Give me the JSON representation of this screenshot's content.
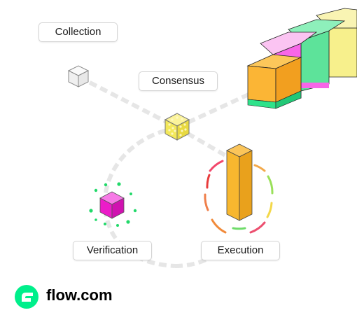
{
  "nodes": {
    "collection": "Collection",
    "consensus": "Consensus",
    "verification": "Verification",
    "execution": "Execution"
  },
  "footer": {
    "logo_text": "flow.com"
  },
  "colors": {
    "path": "#e6e6e6",
    "consensus_cube": "#f3e85a",
    "verification_cube": "#ec1cc9",
    "verification_dots": "#22d96a",
    "execution_bar": "#f7b72f",
    "block_orange": "#fbb535",
    "block_pink": "#f866e8",
    "block_lightpink": "#fbc4f2",
    "block_green": "#5de39a",
    "block_yellow": "#f7f08c",
    "logo_green": "#00ef8b"
  },
  "icons": [
    "collection-cube-icon",
    "consensus-cube-icon",
    "verification-cube-icon",
    "execution-bar-icon",
    "flow-logo-icon"
  ]
}
